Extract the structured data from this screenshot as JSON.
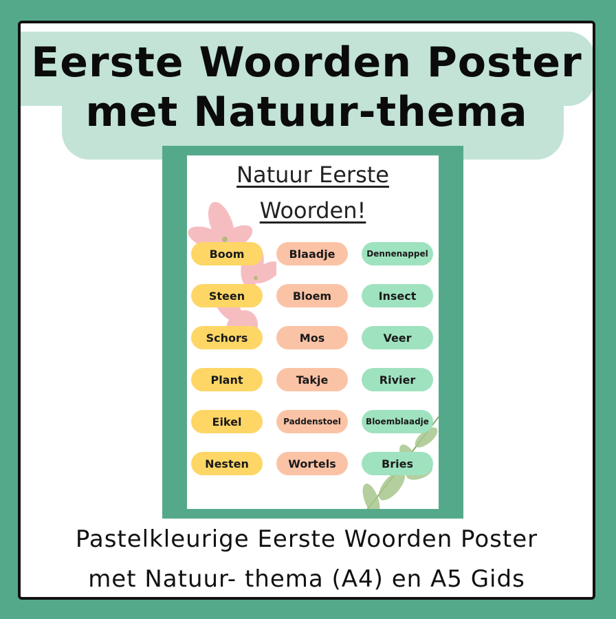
{
  "colors": {
    "background": "#55a98b",
    "band": "#c2e3d6",
    "yellow": "#fdd666",
    "peach": "#fbc3a6",
    "green": "#9fe2bf"
  },
  "header": {
    "title_line1": "Eerste Woorden Poster",
    "title_line2": "met Natuur-thema"
  },
  "poster": {
    "title_line1": "Natuur Eerste",
    "title_line2": "Woorden!",
    "columns": [
      {
        "color": "yellow",
        "words": [
          "Boom",
          "Steen",
          "Schors",
          "Plant",
          "Eikel",
          "Nesten"
        ]
      },
      {
        "color": "peach",
        "words": [
          "Blaadje",
          "Bloem",
          "Mos",
          "Takje",
          "Paddenstoel",
          "Wortels"
        ]
      },
      {
        "color": "green",
        "words": [
          "Dennenappel",
          "Insect",
          "Veer",
          "Rivier",
          "Bloemblaadje",
          "Bries"
        ]
      }
    ]
  },
  "caption": {
    "line1": "Pastelkleurige Eerste Woorden Poster",
    "line2": "met Natuur- thema (A4) en A5 Gids"
  }
}
